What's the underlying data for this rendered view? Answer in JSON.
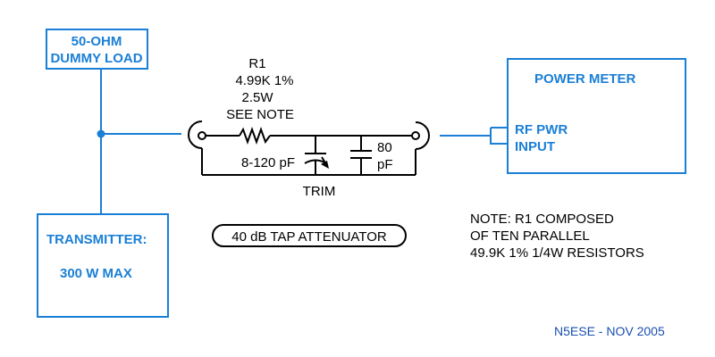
{
  "dummy_load": {
    "line1": "50-OHM",
    "line2": "DUMMY LOAD"
  },
  "transmitter": {
    "line1": "TRANSMITTER:",
    "line2": "300 W MAX"
  },
  "power_meter": {
    "title": "POWER METER",
    "input_line1": "RF PWR",
    "input_line2": "INPUT"
  },
  "resistor": {
    "name": "R1",
    "value": "4.99K 1%",
    "power": "2.5W",
    "note": "SEE NOTE"
  },
  "trim_cap": {
    "value": "8-120 pF",
    "label": "TRIM"
  },
  "fixed_cap": {
    "value_line1": "80",
    "value_line2": "pF"
  },
  "attenuator_label": "40 dB TAP ATTENUATOR",
  "note": {
    "line1": "NOTE:  R1 COMPOSED",
    "line2": "OF TEN PARALLEL",
    "line3": "49.9K 1% 1/4W RESISTORS"
  },
  "signature": "N5ESE - NOV 2005",
  "colors": {
    "blue": "#1a7fd6",
    "black": "#000000",
    "signature": "#1a4fb0"
  }
}
